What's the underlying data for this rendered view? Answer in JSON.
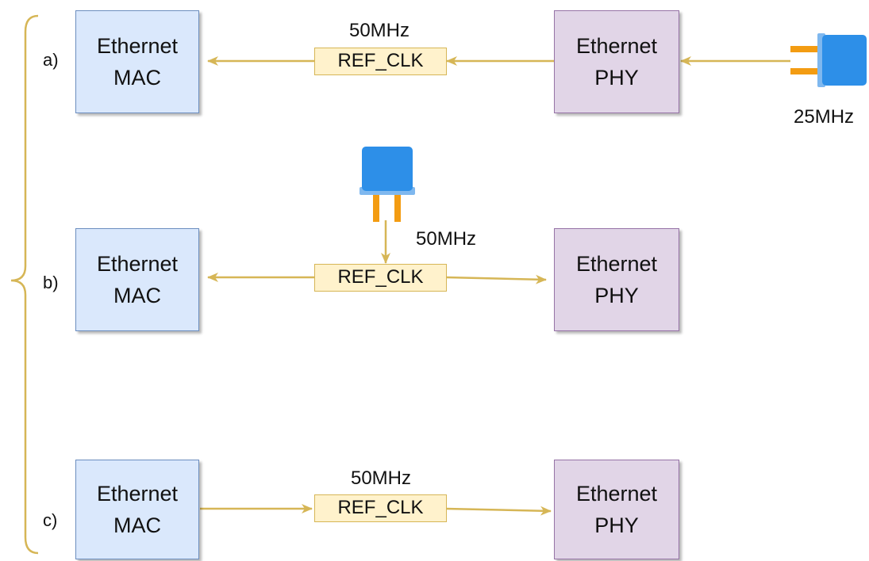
{
  "rows": [
    {
      "label": "a)",
      "mac": {
        "line1": "Ethernet",
        "line2": "MAC"
      },
      "phy": {
        "line1": "Ethernet",
        "line2": "PHY"
      },
      "ref_clk": "REF_CLK",
      "freq": "50MHz",
      "oscillator_freq": "25MHz"
    },
    {
      "label": "b)",
      "mac": {
        "line1": "Ethernet",
        "line2": "MAC"
      },
      "phy": {
        "line1": "Ethernet",
        "line2": "PHY"
      },
      "ref_clk": "REF_CLK",
      "oscillator_freq": "50MHz"
    },
    {
      "label": "c)",
      "mac": {
        "line1": "Ethernet",
        "line2": "MAC"
      },
      "phy": {
        "line1": "Ethernet",
        "line2": "PHY"
      },
      "ref_clk": "REF_CLK",
      "freq": "50MHz"
    }
  ],
  "colors": {
    "arrow": "#d6b656",
    "mac_fill": "#dae8fc",
    "phy_fill": "#e1d5e7",
    "clk_fill": "#fff2cc",
    "oscillator_body": "#2d8fe8",
    "oscillator_pins": "#f39c12"
  }
}
